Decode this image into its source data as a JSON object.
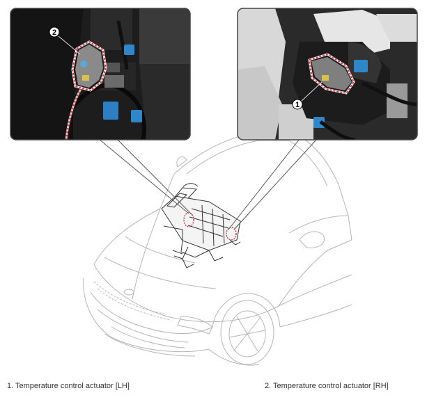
{
  "callouts": {
    "left_photo_number": "2",
    "right_photo_number": "1"
  },
  "captions": [
    "1. Temperature control actuator [LH]",
    "2. Temperature control actuator [RH]"
  ],
  "colors": {
    "highlight": "#d9363e",
    "photo_border": "#444444",
    "line": "#555555"
  }
}
